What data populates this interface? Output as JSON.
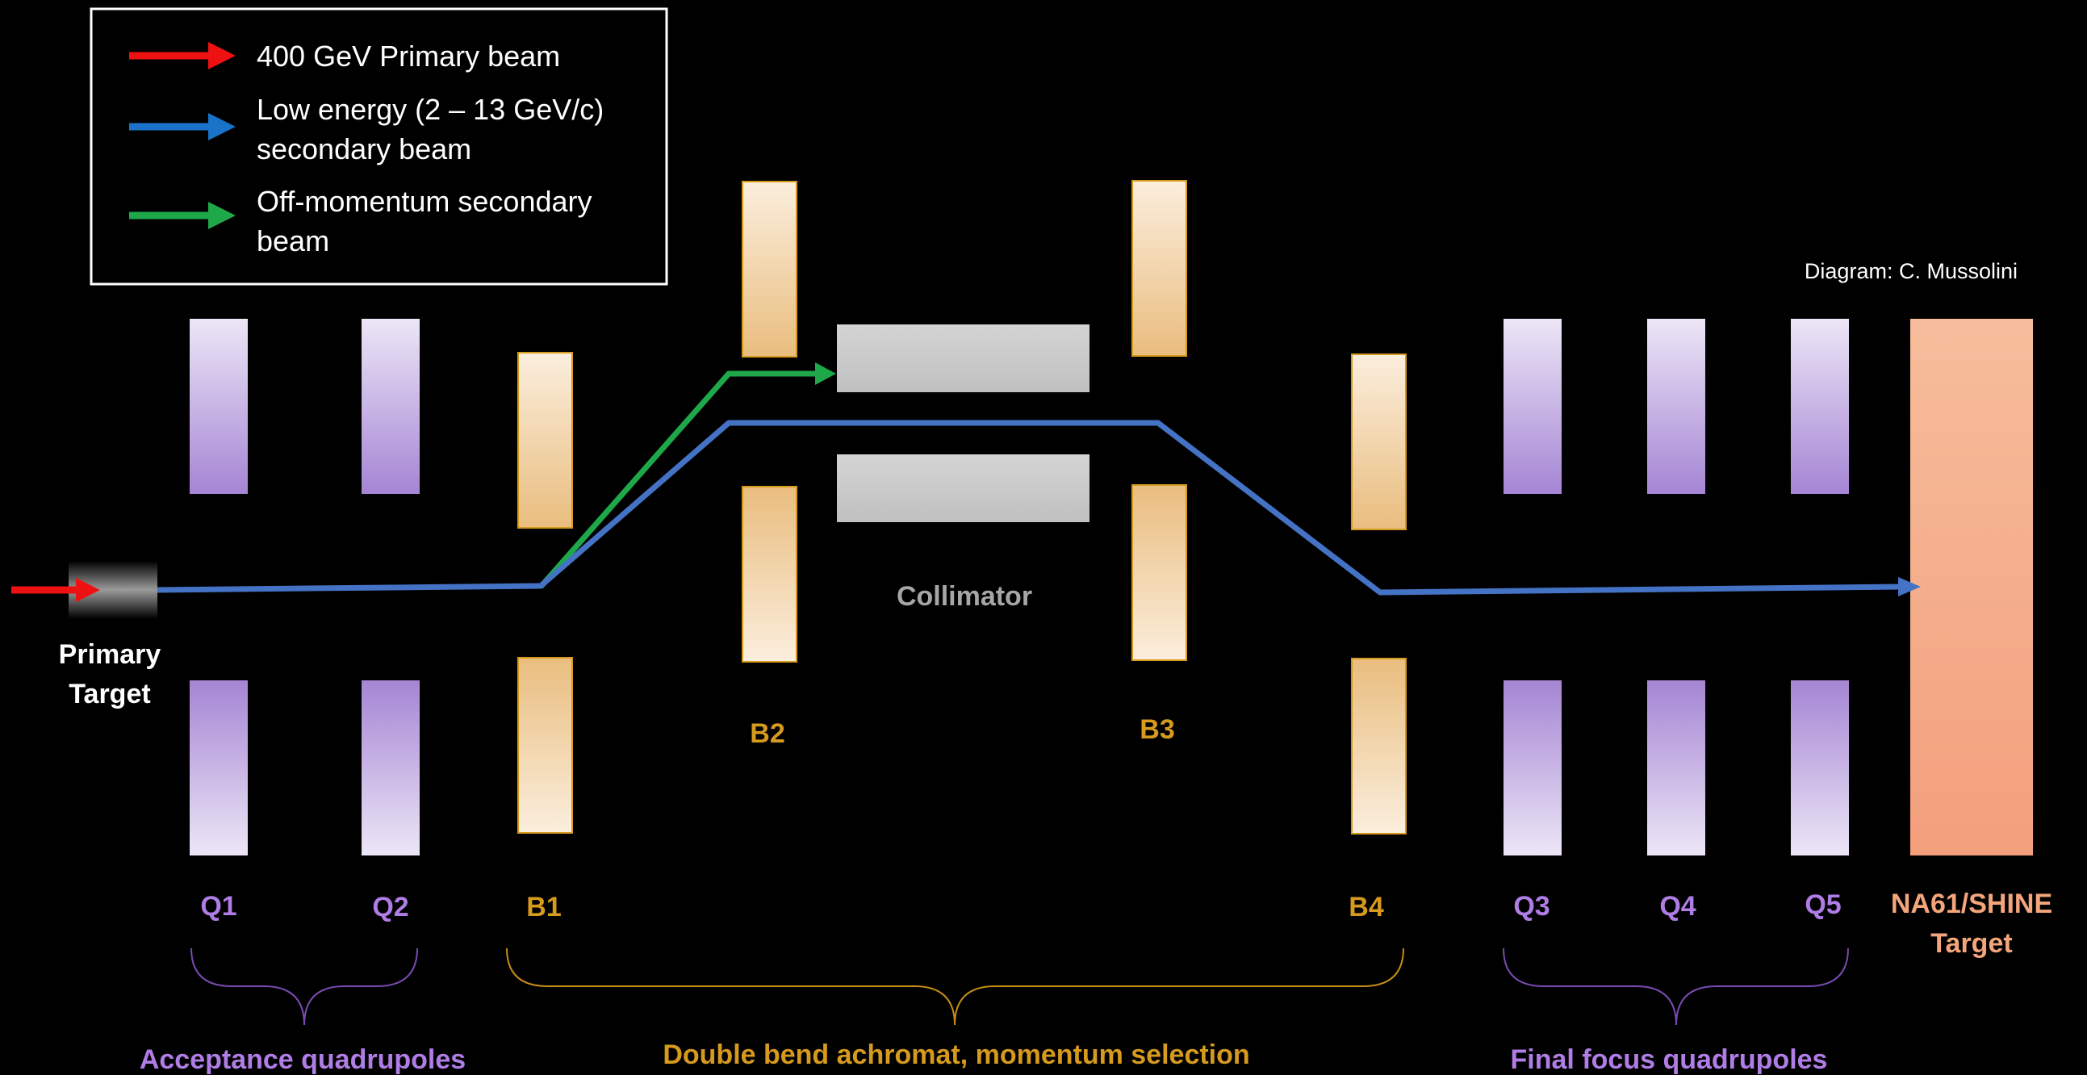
{
  "legend": {
    "items": [
      {
        "lines": [
          "400 GeV Primary beam"
        ],
        "color": "#ee1111"
      },
      {
        "lines": [
          "Low energy (2 – 13 GeV/c)",
          "secondary beam"
        ],
        "color": "#1a73c8"
      },
      {
        "lines": [
          "Off-momentum secondary",
          "beam"
        ],
        "color": "#1ea84a"
      }
    ]
  },
  "credit": "Diagram: C. Mussolini",
  "colors": {
    "quadrupole_label": "#b07de6",
    "bend_label": "#d69a1e",
    "collimator_label": "#a6a6a6",
    "target_label": "#f4a57b",
    "beam": "#4472c4",
    "off_momentum_beam": "#1ea84a",
    "primary_beam": "#ee1111"
  },
  "magnets": {
    "q1": "Q1",
    "q2": "Q2",
    "q3": "Q3",
    "q4": "Q4",
    "q5": "Q5",
    "b1": "B1",
    "b2": "B2",
    "b3": "B3",
    "b4": "B4"
  },
  "collimator_label": "Collimator",
  "primary_target_label": [
    "Primary",
    "Target"
  ],
  "na61_target_label": [
    "NA61/SHINE",
    "Target"
  ],
  "groups": {
    "acceptance": "Acceptance quadrupoles",
    "double_bend": "Double bend achromat, momentum selection",
    "final_focus": "Final focus quadrupoles"
  }
}
